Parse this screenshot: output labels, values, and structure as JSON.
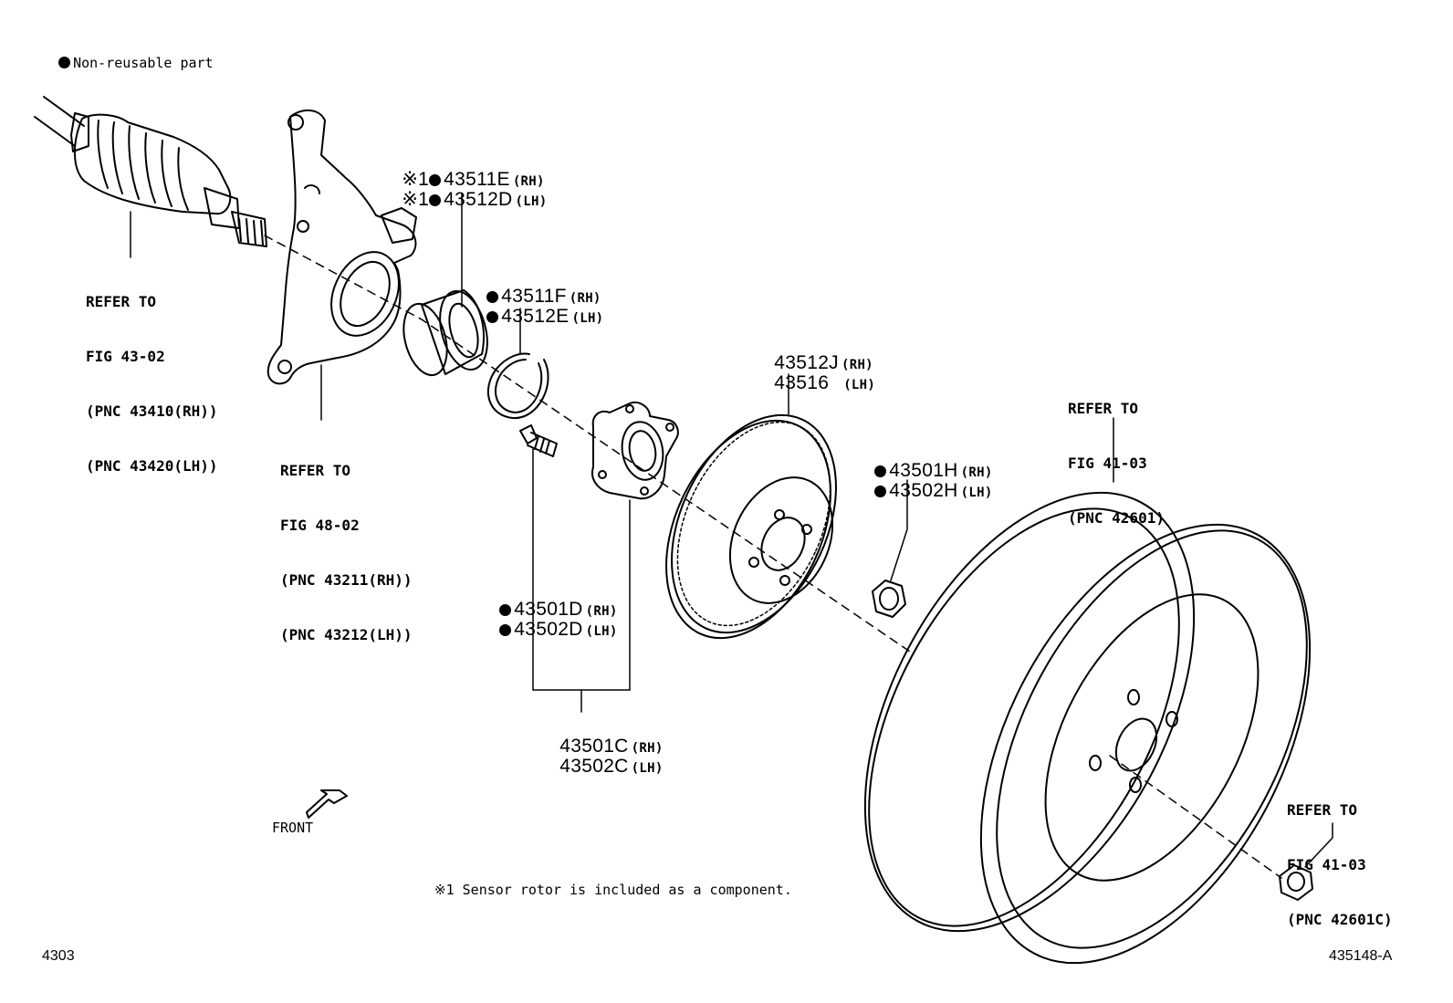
{
  "legend": {
    "text": "Non-reusable part"
  },
  "footnote": "※1 Sensor rotor is included as a component.",
  "page_code": "4303",
  "figure_id": "435148-A",
  "front_label": "FRONT",
  "ref_shaft": [
    "REFER TO",
    "FIG 43-02",
    "(PNC 43410(RH))",
    "(PNC 43420(LH))"
  ],
  "ref_knuckle": [
    "REFER TO",
    "FIG 48-02",
    "(PNC 43211(RH))",
    "(PNC 43212(LH))"
  ],
  "ref_wheel": [
    "REFER TO",
    "FIG 41-03",
    "(PNC 42601)"
  ],
  "ref_wheel_nut": [
    "REFER TO",
    "FIG 41-03",
    "(PNC 42601C)"
  ],
  "parts": {
    "bearing_rh": {
      "prefix": "※1",
      "number": "43511E",
      "side": "(RH)"
    },
    "bearing_lh": {
      "prefix": "※1",
      "number": "43512D",
      "side": "(LH)"
    },
    "snapring_rh": {
      "number": "43511F",
      "side": "(RH)"
    },
    "snapring_lh": {
      "number": "43512E",
      "side": "(LH)"
    },
    "disc_rh": {
      "number": "43512J",
      "side": "(RH)"
    },
    "disc_lh": {
      "number": "43516",
      "side": "(LH)"
    },
    "nut_rh": {
      "number": "43501H",
      "side": "(RH)"
    },
    "nut_lh": {
      "number": "43502H",
      "side": "(LH)"
    },
    "bolt_rh": {
      "number": "43501D",
      "side": "(RH)"
    },
    "bolt_lh": {
      "number": "43502D",
      "side": "(LH)"
    },
    "hub_rh": {
      "number": "43501C",
      "side": "(RH)"
    },
    "hub_lh": {
      "number": "43502C",
      "side": "(LH)"
    }
  }
}
